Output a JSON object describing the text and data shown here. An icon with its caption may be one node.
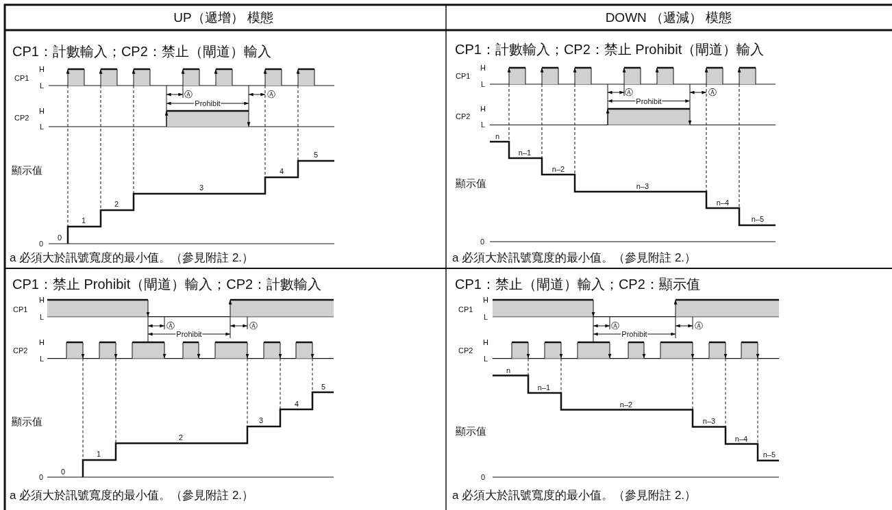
{
  "diagram": {
    "labels": [
      "UP（遞增） 模態",
      "DOWN （遞減） 模態",
      "CP1：計數輸入；CP2：禁止（閘道）輸入",
      "CP1",
      "H",
      "L",
      "CP2",
      "H",
      "L",
      "Ⓐ",
      "Prohibit",
      "Ⓐ",
      "顯示值",
      "0",
      "0",
      "1",
      "2",
      "3",
      "4",
      "5",
      "a 必須大於訊號寬度的最小值。（參見附註 2.）",
      "CP1：計數輸入；CP2：禁止 Prohibit（閘道）輸入",
      "CP1",
      "H",
      "L",
      "CP2",
      "H",
      "L",
      "Ⓐ",
      "Prohibit",
      "Ⓐ",
      "顯示值",
      "0",
      "n",
      "n–1",
      "n–2",
      "n–3",
      "n–4",
      "n–5",
      "a 必須大於訊號寬度的最小值。（參見附註 2.）",
      "CP1：禁止 Prohibit（閘道）輸入；CP2：計數輸入",
      "CP1",
      "H",
      "L",
      "CP2",
      "H",
      "L",
      "Ⓐ",
      "Prohibit",
      "Ⓐ",
      "顯示值",
      "0",
      "0",
      "1",
      "2",
      "3",
      "4",
      "5",
      "a 必須大於訊號寬度的最小值。（參見附註 2.）",
      "CP1：禁止（閘道）輸入；CP2：顯示值",
      "CP1",
      "H",
      "L",
      "CP2",
      "H",
      "L",
      "Ⓐ",
      "Prohibit",
      "Ⓐ",
      "顯示值",
      "0",
      "n",
      "n–1",
      "n–2",
      "n–3",
      "n–4",
      "n–5",
      "a 必須大於訊號寬度的最小值。（參見附註 2.）"
    ]
  }
}
